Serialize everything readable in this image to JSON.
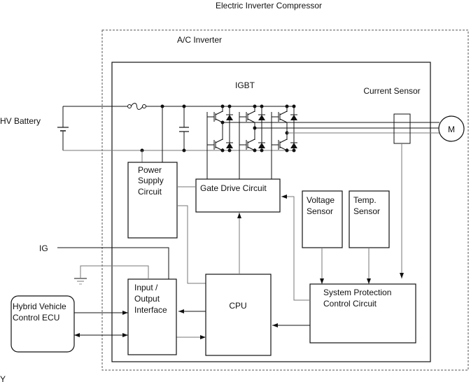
{
  "title": "Electric Inverter Compressor",
  "inverter_label": "A/C Inverter",
  "igbt_label": "IGBT",
  "current_sensor_label": "Current Sensor",
  "motor_label": "M",
  "hv_battery_label": "HV Battery",
  "ig_label": "IG",
  "blocks": {
    "power_supply": [
      "Power",
      "Supply",
      "Circuit"
    ],
    "gate_drive": "Gate Drive Circuit",
    "voltage_sensor": [
      "Voltage",
      "Sensor"
    ],
    "temp_sensor": [
      "Temp.",
      "Sensor"
    ],
    "io_interface": [
      "Input /",
      "Output",
      "Interface"
    ],
    "cpu": "CPU",
    "system_protection": [
      "System Protection",
      "Control Circuit"
    ],
    "hv_ecu": [
      "Hybrid Vehicle",
      "Control  ECU"
    ]
  },
  "footer_mark": "Y"
}
